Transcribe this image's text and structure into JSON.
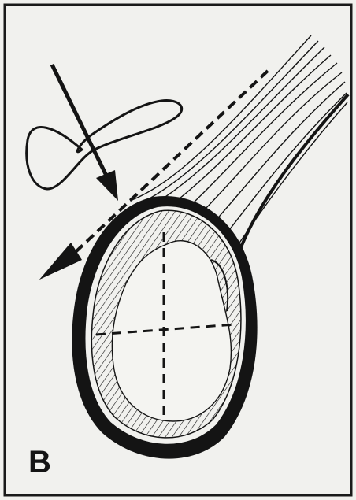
{
  "figure": {
    "panel_label": "B"
  },
  "colors": {
    "background": "#f1f1ee",
    "ink": "#141414",
    "frame": "#1a1a1a"
  },
  "icons": {
    "incision_arrow": "solid-arrow",
    "plane_arrow": "dashed-arrow",
    "rotation_loop": "loop"
  }
}
